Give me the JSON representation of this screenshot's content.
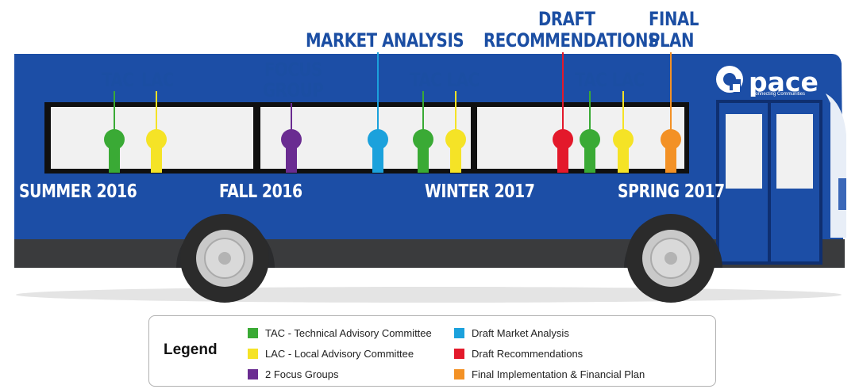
{
  "colors": {
    "tac": "#3aaa35",
    "lac": "#f5e326",
    "focus": "#6a2c91",
    "market": "#1ba1dc",
    "draft": "#e3192b",
    "final": "#f39125",
    "bus": "#1c4ea6",
    "label": "#1b4ea3"
  },
  "logo": {
    "name": "pace",
    "tagline": "Connecting Communities"
  },
  "top_labels": {
    "tac1": "TAC",
    "lac1": "LAC",
    "focus_line1": "FOCUS",
    "focus_line2": "GROUP",
    "market": "MARKET ANALYSIS",
    "taclac2": "TAC LAC",
    "draft_line1": "DRAFT",
    "draft_line2": "RECOMMENDATIONS",
    "taclac3": "TAC LAC",
    "final_line1": "FINAL",
    "final_line2": "PLAN"
  },
  "seasons": [
    "SUMMER 2016",
    "FALL 2016",
    "WINTER 2017",
    "SPRING 2017"
  ],
  "markers": [
    {
      "name": "tac-marker-1",
      "type": "tac"
    },
    {
      "name": "lac-marker-1",
      "type": "lac"
    },
    {
      "name": "focus-group-marker",
      "type": "focus"
    },
    {
      "name": "market-analysis-marker",
      "type": "market"
    },
    {
      "name": "tac-marker-2",
      "type": "tac"
    },
    {
      "name": "lac-marker-2",
      "type": "lac"
    },
    {
      "name": "draft-recommendations-marker",
      "type": "draft"
    },
    {
      "name": "tac-marker-3",
      "type": "tac"
    },
    {
      "name": "lac-marker-3",
      "type": "lac"
    },
    {
      "name": "final-plan-marker",
      "type": "final"
    }
  ],
  "legend": {
    "title": "Legend",
    "items": [
      {
        "label": "TAC - Technical Advisory Committee",
        "type": "tac"
      },
      {
        "label": "LAC - Local Advisory Committee",
        "type": "lac"
      },
      {
        "label": "2 Focus Groups",
        "type": "focus"
      },
      {
        "label": "Draft Market Analysis",
        "type": "market"
      },
      {
        "label": "Draft Recommendations",
        "type": "draft"
      },
      {
        "label": "Final Implementation & Financial Plan",
        "type": "final"
      }
    ]
  }
}
